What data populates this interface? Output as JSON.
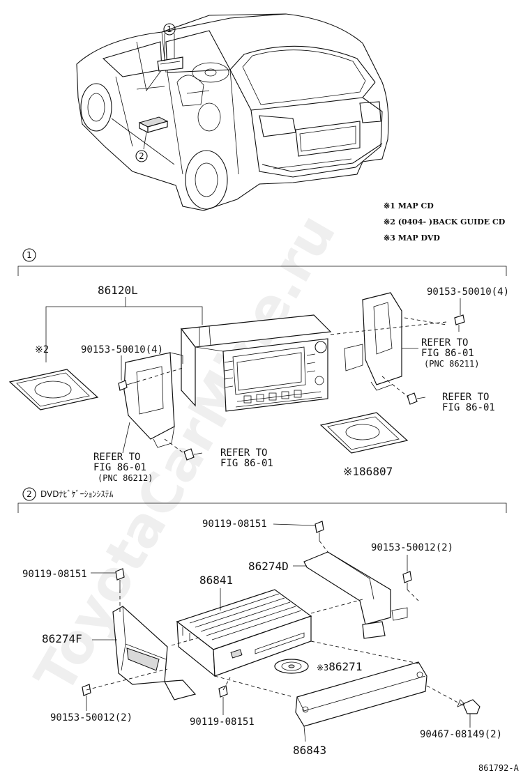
{
  "watermark": "ToyotaCarMine.ru",
  "notes": [
    {
      "mark": "※1",
      "text": "MAP CD"
    },
    {
      "mark": "※2",
      "text": "(0404-    )BACK GUIDE CD"
    },
    {
      "mark": "※3",
      "text": "MAP DVD"
    }
  ],
  "callouts": {
    "one": "1",
    "two": "2"
  },
  "section1": {
    "marker": "1",
    "assembly": "86120L",
    "note_mark": "※2",
    "bolt_left": "90153-50010(4)",
    "bolt_right": "90153-50010(4)",
    "refer_right_1": [
      "REFER TO",
      "FIG 86-01",
      "(PNC 86211)"
    ],
    "refer_right_2": [
      "REFER TO",
      "FIG 86-01"
    ],
    "refer_left_1": [
      "REFER TO",
      "FIG 86-01",
      "(PNC 86212)"
    ],
    "refer_left_2": [
      "REFER TO",
      "FIG 86-01"
    ],
    "map_cd_mark": "※1",
    "map_cd_part": "86807"
  },
  "section2": {
    "marker": "2",
    "title": "DVDﾅﾋﾞｹﾞｰｼｮﾝｼｽﾃﾑ",
    "bolt_top": "90119-08151",
    "bolt_top_right": "90153-50012(2)",
    "bracket_right": "86274D",
    "bolt_left": "90119-08151",
    "unit": "86841",
    "bracket_left": "86274F",
    "dvd_mark": "※3",
    "dvd_part": "86271",
    "bolt_bottom_left": "90153-50012(2)",
    "bolt_bottom_mid": "90119-08151",
    "cover": "86843",
    "clip": "90467-08149(2)"
  },
  "figure_id": "861792-A"
}
